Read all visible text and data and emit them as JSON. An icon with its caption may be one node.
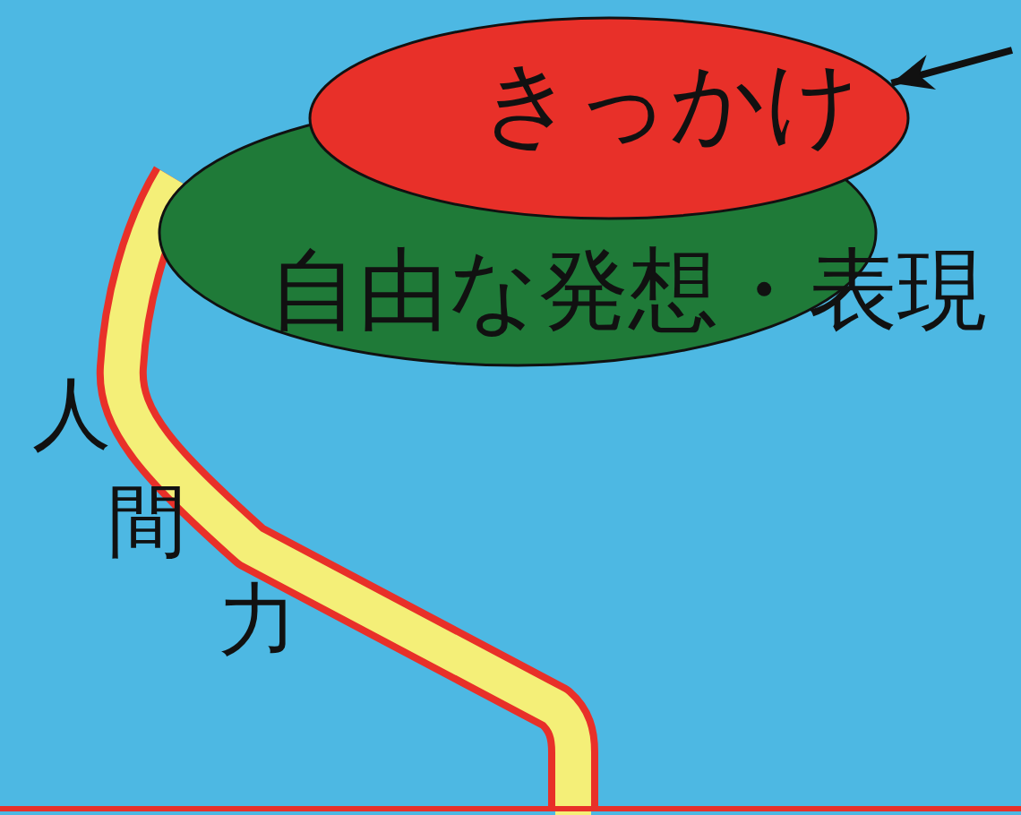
{
  "diagram": {
    "nodes": [
      {
        "text": [
          "自由な発想・表現"
        ]
      },
      {
        "text": [
          "きっかけ"
        ]
      }
    ],
    "edges": [
      {
        "from": null,
        "to": 1,
        "arrow": "to"
      }
    ],
    "labels": [
      "人",
      "間",
      "力"
    ]
  }
}
